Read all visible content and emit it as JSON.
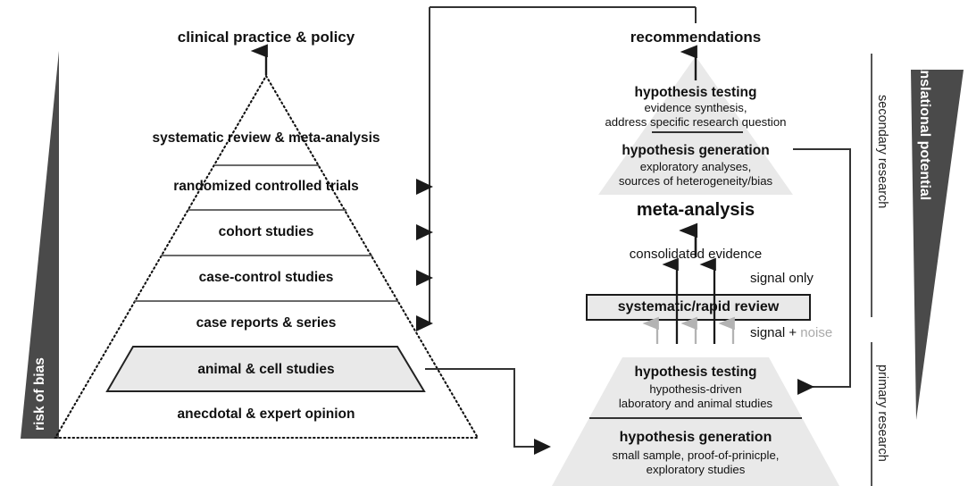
{
  "figure": {
    "type": "evidence-pyramid-diagram",
    "colors": {
      "dark_triangle": "#4a4a4a",
      "light_fill": "#e8e8e8",
      "band_fill": "#e6e6e6",
      "line": "#1a1a1a",
      "noise_arrow": "#b3b3b3",
      "text": "#111111"
    }
  },
  "left_pyramid": {
    "top_label": "clinical practice & policy",
    "levels": [
      "systematic review & meta-analysis",
      "randomized controlled trials",
      "cohort studies",
      "case-control studies",
      "case reports & series",
      "animal & cell studies",
      "anecdotal & expert opinion"
    ],
    "highlighted_level": "animal & cell studies"
  },
  "left_gradient": {
    "label": "risk of bias"
  },
  "right_gradient": {
    "label": "translational potential"
  },
  "brackets": {
    "secondary": "secondary research",
    "primary": "primary research"
  },
  "right_top": {
    "top_label": "recommendations",
    "tier1_title": "hypothesis testing",
    "tier1_line1": "evidence synthesis,",
    "tier1_line2": "address specific research question",
    "tier2_title": "hypothesis generation",
    "tier2_line1": "exploratory analyses,",
    "tier2_line2": "sources of heterogeneity/bias",
    "below_label": "meta-analysis"
  },
  "right_middle": {
    "consolidated": "consolidated evidence",
    "review_box": "systematic/rapid review",
    "signal_only": "signal only",
    "signal_plus_noise_a": "signal + ",
    "signal_plus_noise_b": "noise"
  },
  "right_bottom": {
    "tier1_title": "hypothesis testing",
    "tier1_line1": "hypothesis-driven",
    "tier1_line2": "laboratory and animal studies",
    "tier2_title": "hypothesis generation",
    "tier2_line1": "small sample, proof-of-prinicple,",
    "tier2_line2": "exploratory studies"
  }
}
